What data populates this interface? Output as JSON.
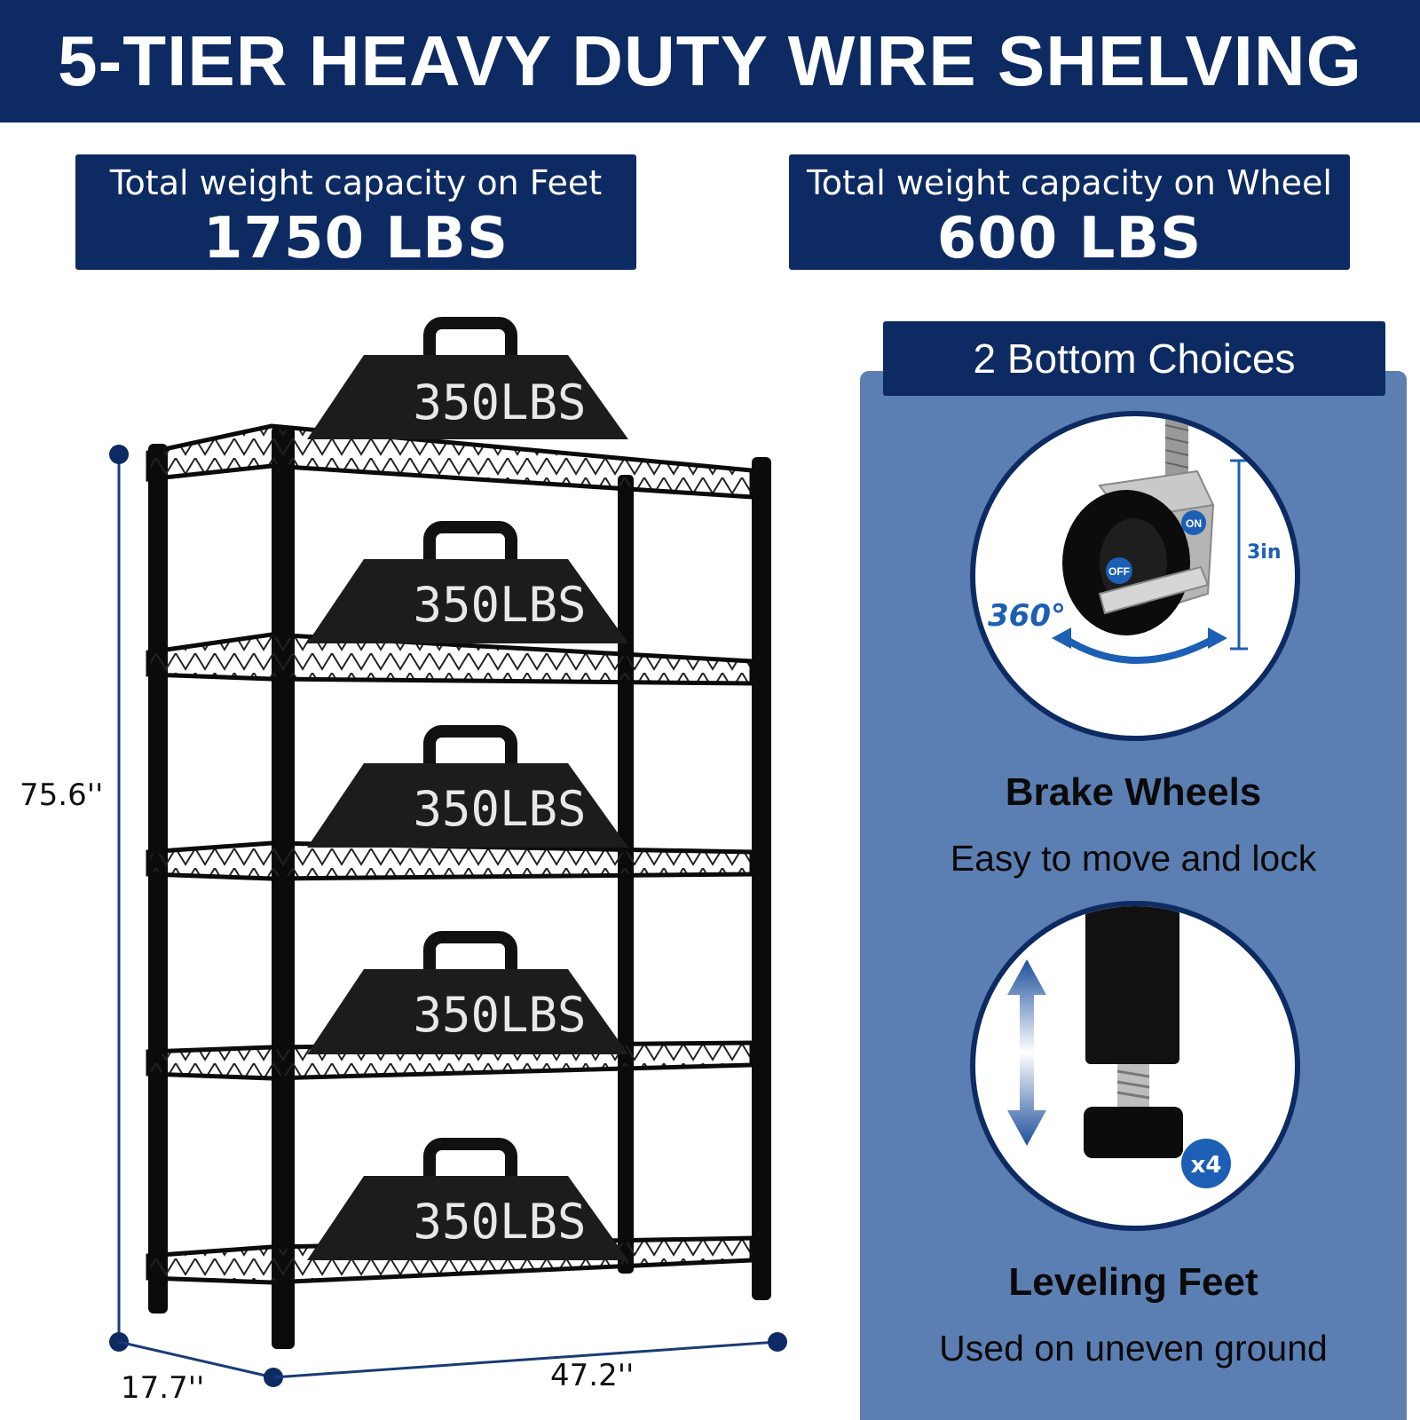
{
  "banner": {
    "title": "5-TIER HEAVY DUTY WIRE SHELVING"
  },
  "capacity": {
    "feet": {
      "label": "Total weight capacity on Feet",
      "value": "1750 LBS"
    },
    "wheel": {
      "label": "Total weight capacity on Wheel",
      "value": "600 LBS"
    }
  },
  "weights": {
    "label": "350LBS"
  },
  "dimensions": {
    "height": "75.6''",
    "depth": "17.7''",
    "width": "47.2''"
  },
  "bottom_choices": {
    "heading": "2 Bottom Choices",
    "wheel": {
      "title": "Brake Wheels",
      "description": "Easy to move and lock",
      "rotation": "360°",
      "size": "3in",
      "on_label": "ON",
      "off_label": "OFF"
    },
    "feet": {
      "title": "Leveling Feet",
      "description": "Used on uneven ground",
      "quantity": "x4"
    }
  },
  "colors": {
    "navy": "#0d2a62",
    "panel_blue": "#5c7fb3",
    "accent_blue": "#1c5fb5"
  }
}
